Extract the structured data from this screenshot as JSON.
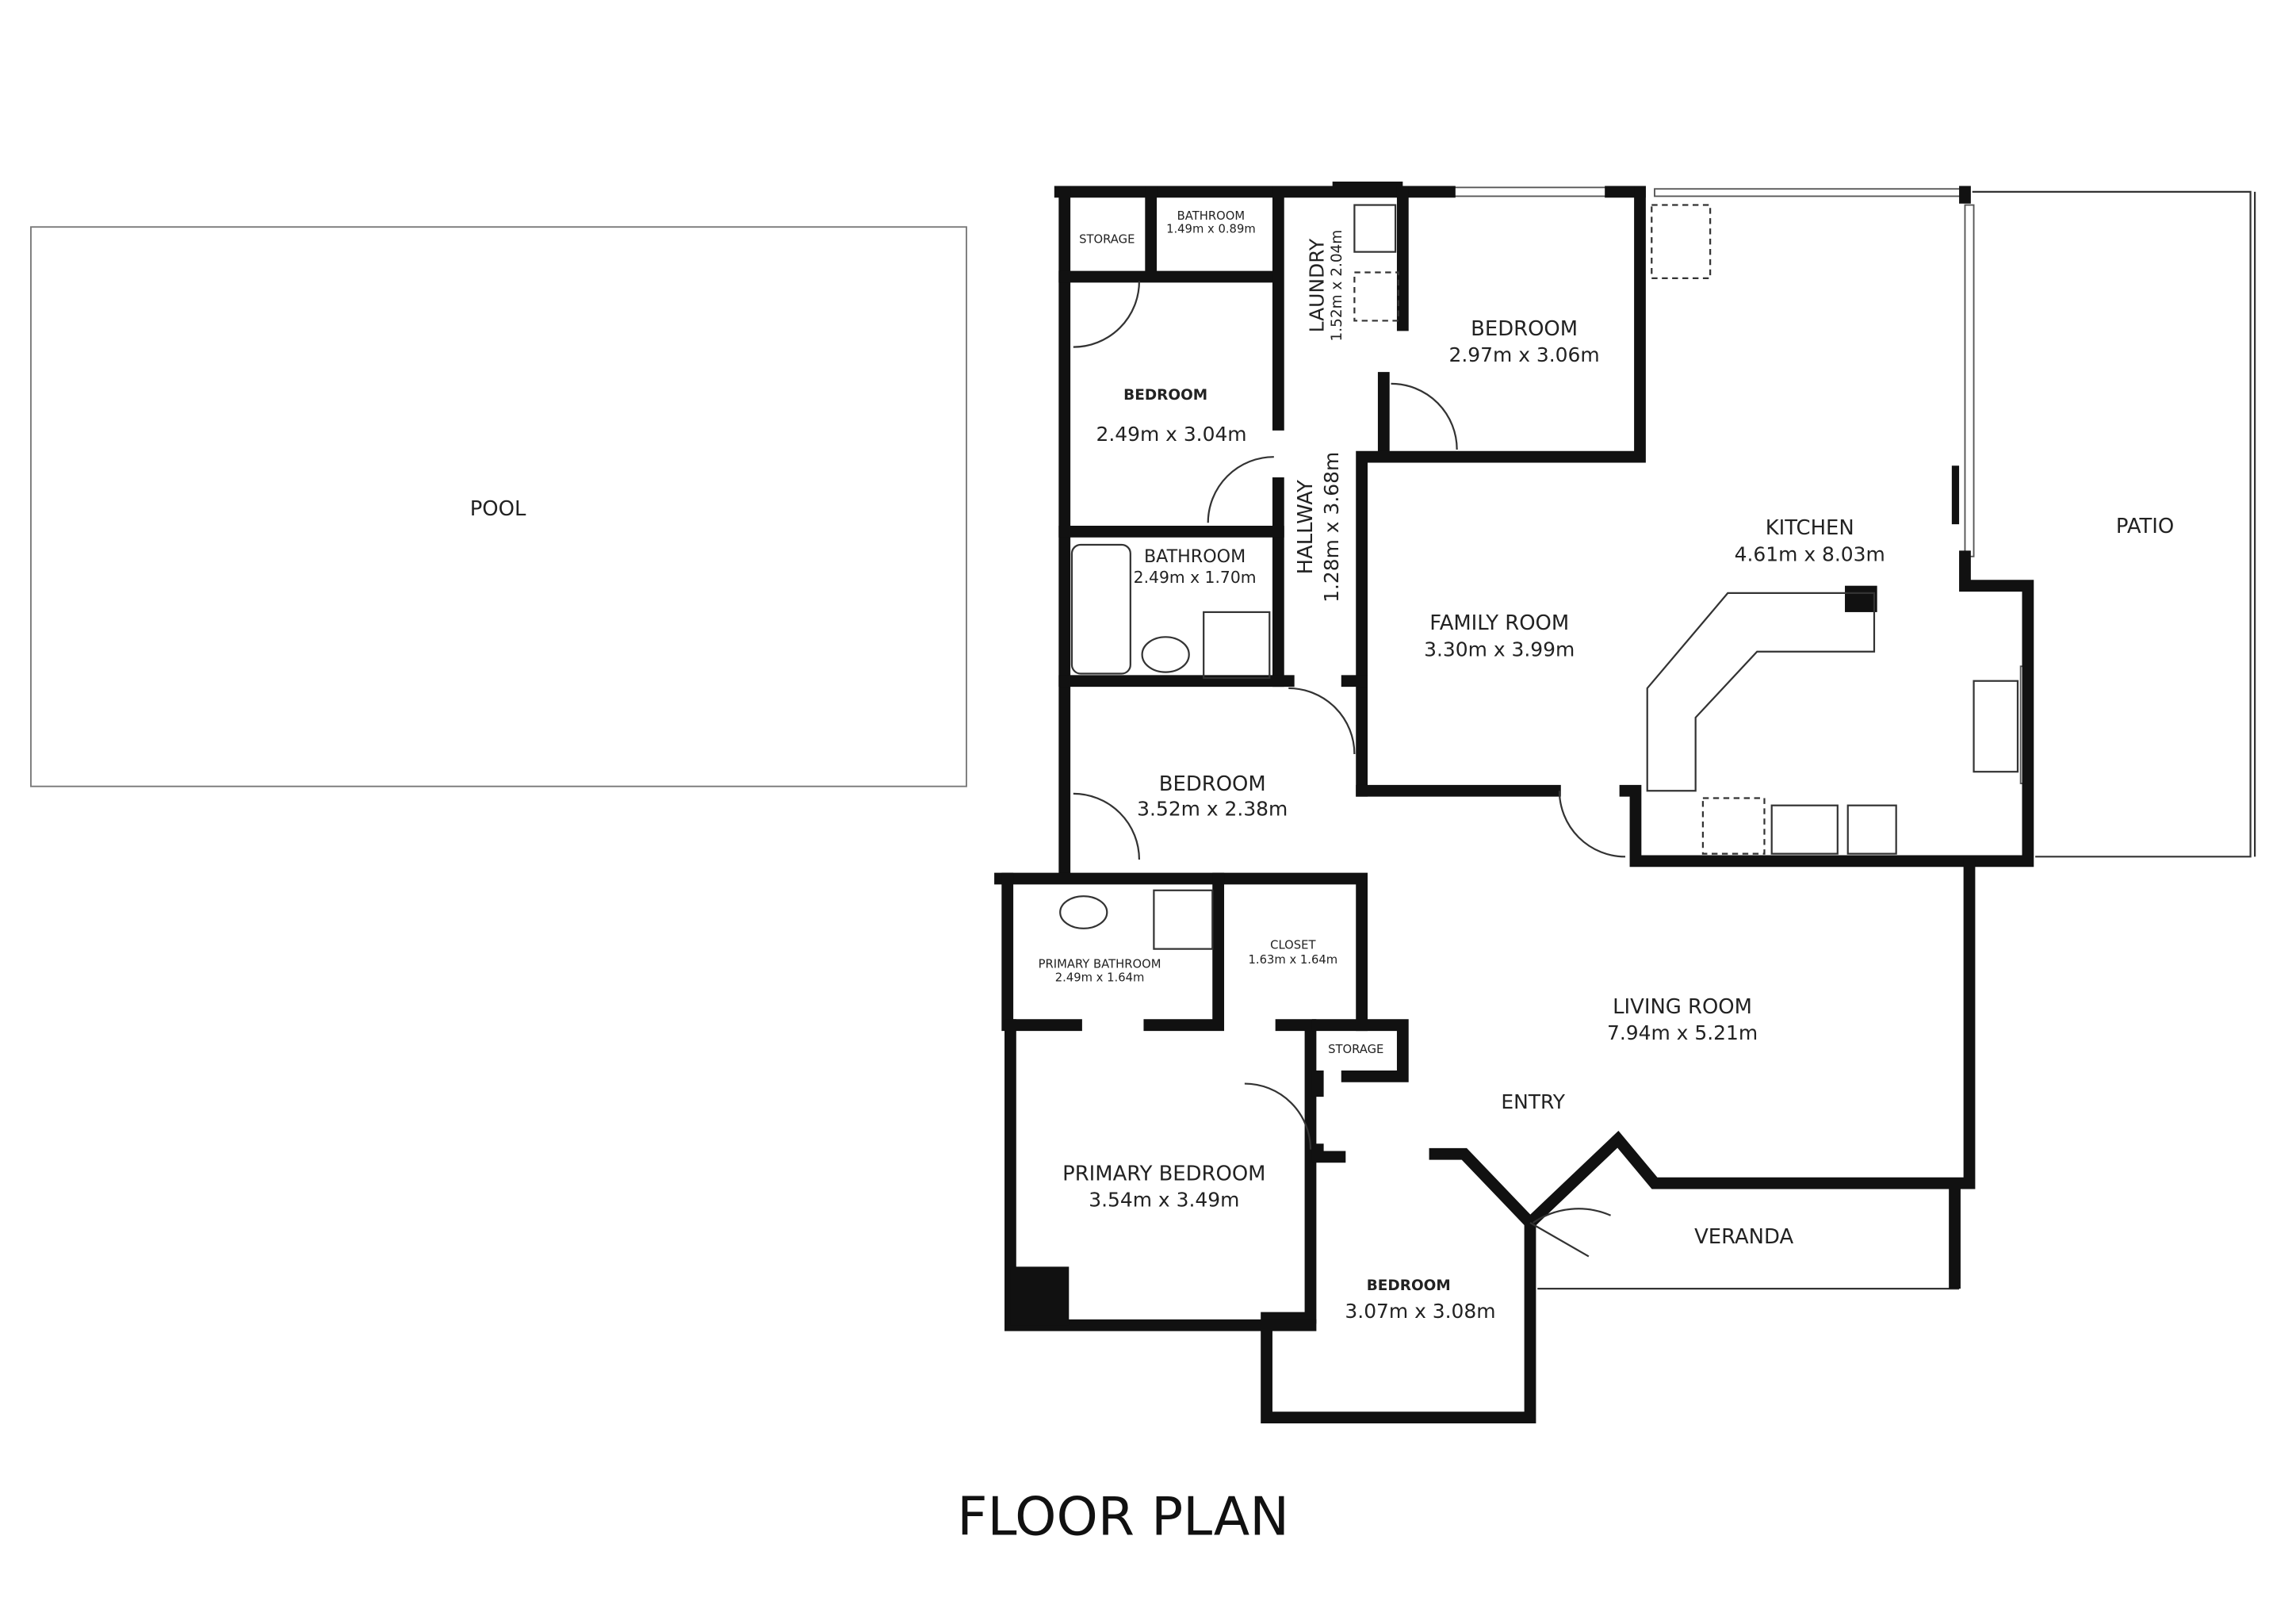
{
  "title": "FLOOR PLAN",
  "rooms": {
    "pool": {
      "name": "POOL"
    },
    "patio": {
      "name": "PATIO"
    },
    "storage_top": {
      "name": "STORAGE"
    },
    "bathroom_small": {
      "name": "BATHROOM",
      "size": "1.49m x 0.89m"
    },
    "laundry": {
      "name": "LAUNDRY",
      "size": "1.52m x 2.04m"
    },
    "bedroom_top": {
      "name": "BEDROOM",
      "size": "2.97m x 3.06m"
    },
    "bedroom_left": {
      "name": "BEDROOM",
      "size": "2.49m x 3.04m"
    },
    "hallway": {
      "name": "HALLWAY",
      "size": "1.28m x 3.68m"
    },
    "bathroom": {
      "name": "BATHROOM",
      "size": "2.49m x 1.70m"
    },
    "kitchen": {
      "name": "KITCHEN",
      "size": "4.61m x 8.03m"
    },
    "family_room": {
      "name": "FAMILY ROOM",
      "size": "3.30m x 3.99m"
    },
    "bedroom_mid": {
      "name": "BEDROOM",
      "size": "3.52m x 2.38m"
    },
    "primary_bathroom": {
      "name": "PRIMARY BATHROOM",
      "size": "2.49m x 1.64m"
    },
    "closet": {
      "name": "CLOSET",
      "size": "1.63m x 1.64m"
    },
    "storage_mid": {
      "name": "STORAGE"
    },
    "living_room": {
      "name": "LIVING ROOM",
      "size": "7.94m x 5.21m"
    },
    "entry": {
      "name": "ENTRY"
    },
    "veranda": {
      "name": "VERANDA"
    },
    "primary_bedroom": {
      "name": "PRIMARY BEDROOM",
      "size": "3.54m x 3.49m"
    },
    "bedroom_bottom": {
      "name": "BEDROOM",
      "size": "3.07m x 3.08m"
    }
  }
}
